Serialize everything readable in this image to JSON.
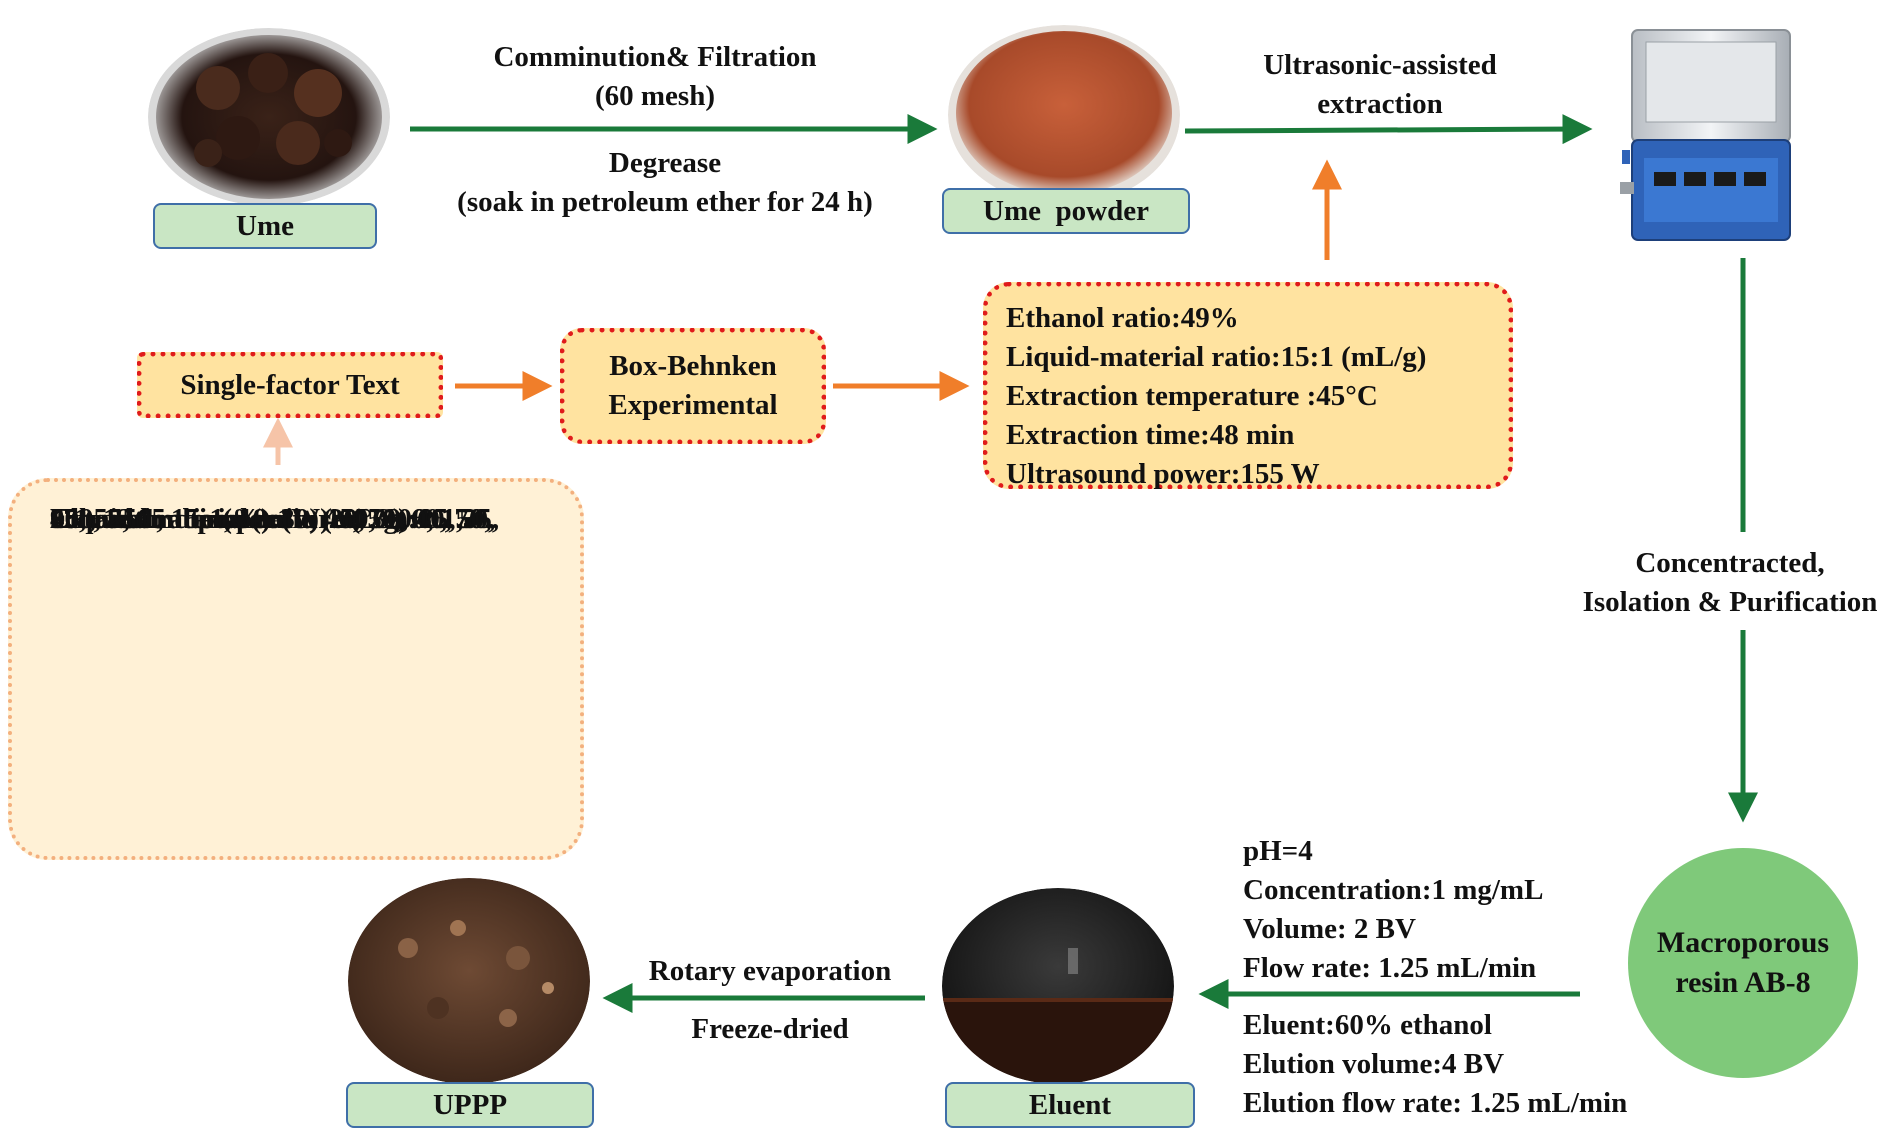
{
  "nodes": {
    "ume": "Ume",
    "ume_powder": "Ume  powder",
    "uppp": "UPPP",
    "eluent": "Eluent",
    "single_factor": "Single-factor Text",
    "box_behnken": [
      "Box-Behnken",
      "Experimental"
    ],
    "resin": [
      "Macroporous",
      "resin AB-8"
    ]
  },
  "steps": {
    "comminution": [
      "Comminution& Filtration",
      "(60 mesh)"
    ],
    "degrease": [
      "Degrease",
      "(soak in petroleum ether for 24 h)"
    ],
    "ultrasonic": [
      "Ultrasonic-assisted",
      "extraction"
    ],
    "concentrated": [
      "Concentracted,",
      "Isolation & Purification"
    ],
    "rotary": "Rotary evaporation",
    "freeze": "Freeze-dried"
  },
  "optimal_conditions": [
    "Ethanol ratio:49%",
    "Liquid-material ratio:15:1 (mL/g)",
    "Extraction temperature :45°C",
    "Extraction time:48 min",
    "Ultrasound power:155 W"
  ],
  "factor_levels": [
    "Ethanol ratio (%):30, 40, 50, 60, 70",
    "Liquid-material ratio (mL/g):6:1,",
    "9:1, 12:1, 15:1, 18:1",
    "Extraction temperature (°C) :25, 35,",
    "45, 55, 65",
    "Extraction time (min):20, 30, 40, 50,",
    "60",
    "Ultrasound power (W):50, 100, 150,",
    "200, 250"
  ],
  "loading_conditions": [
    "pH=4",
    "Concentration:1 mg/mL",
    "Volume: 2 BV",
    "Flow rate: 1.25 mL/min"
  ],
  "elution_conditions": [
    "Eluent:60% ethanol",
    "Elution volume:4 BV",
    "Elution flow rate: 1.25 mL/min"
  ],
  "colors": {
    "green_arrow": "#1a7a3a",
    "orange_arrow": "#f07e2a",
    "light_orange_arrow": "#f6c4a8",
    "label_fill": "#c9e6c4",
    "box_fill": "#ffe3a0",
    "dotted_border": "#e01b1b",
    "resin_fill": "#7fc97a"
  }
}
